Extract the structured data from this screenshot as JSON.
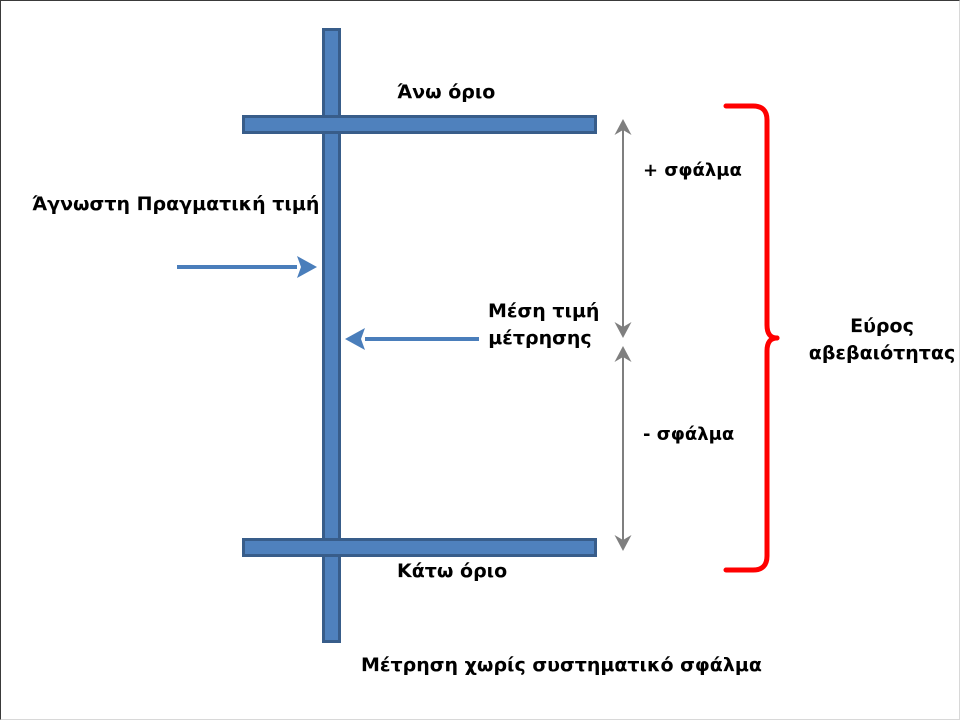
{
  "diagram": {
    "title_caption": "Μέτρηση χωρίς συστηματικό σφάλμα",
    "labels": {
      "upper_limit": "Άνω όριο",
      "lower_limit": "Κάτω όριο",
      "true_value": "Άγνωστη Πραγματική τιμή",
      "mean_value_line1": "Μέση τιμή",
      "mean_value_line2": "μέτρησης",
      "plus_error": "+ σφάλμα",
      "minus_error": "- σφάλμα",
      "uncertainty_line1": "Εύρος",
      "uncertainty_line2": "αβεβαιότητας"
    },
    "icons": {
      "vertical_bar": "vertical-bar-shape",
      "upper_limit_bar": "horizontal-bar-shape",
      "lower_limit_bar": "horizontal-bar-shape",
      "true_value_arrow": "arrow-right-icon",
      "mean_value_arrow": "arrow-left-icon",
      "plus_error_arrow": "double-headed-vertical-arrow-icon",
      "minus_error_arrow": "double-headed-vertical-arrow-icon",
      "uncertainty_brace": "curly-brace-icon"
    },
    "colors": {
      "bar_fill": "#4F81BD",
      "bar_stroke": "#385D8A",
      "arrow_blue": "#4A7EBB",
      "arrow_gray": "#7F7F7F",
      "brace_red": "#FF0000",
      "text": "#000000",
      "background": "#FFFFFF"
    }
  }
}
